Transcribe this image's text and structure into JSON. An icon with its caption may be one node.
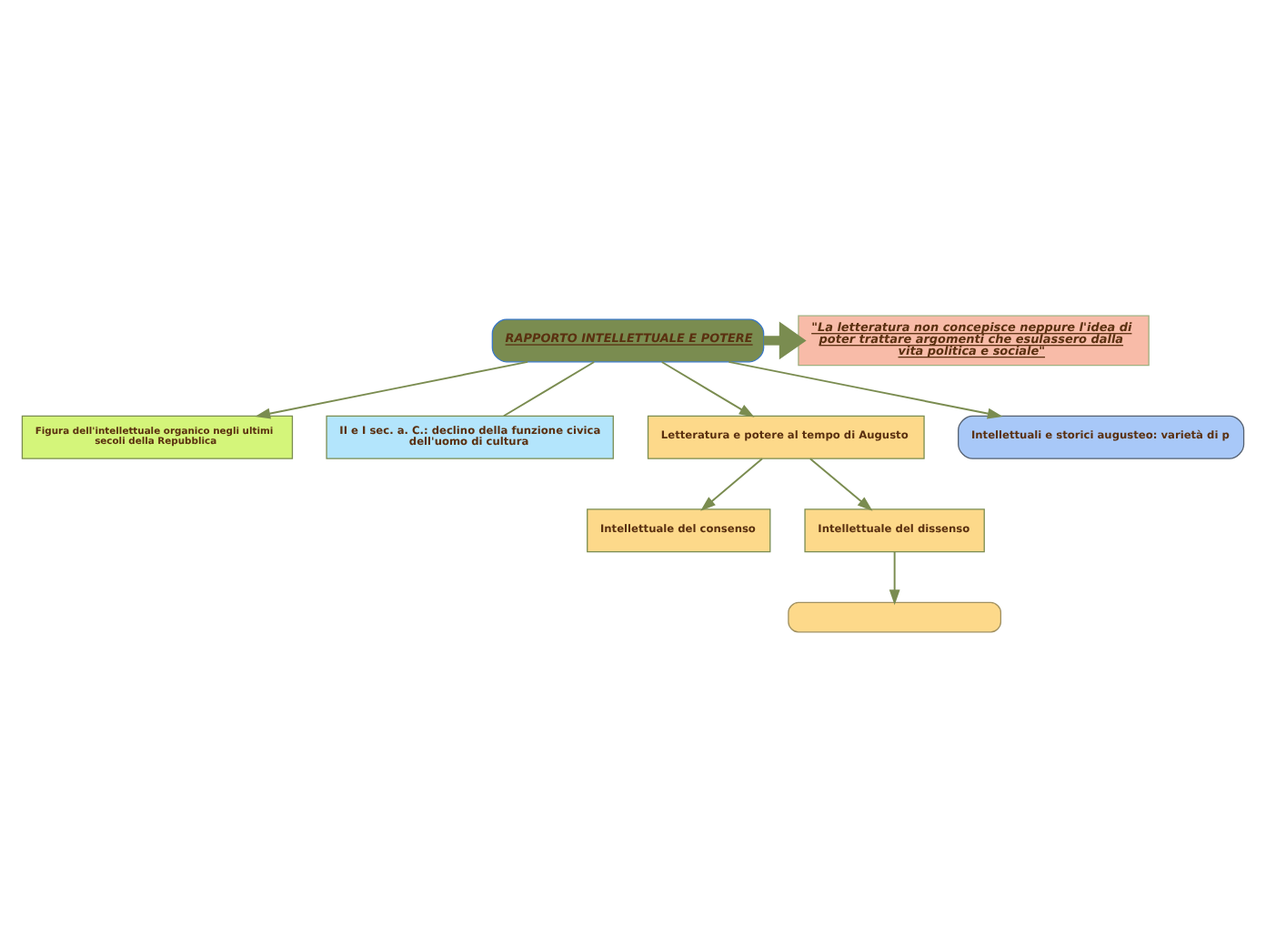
{
  "diagram": {
    "nodes": [
      {
        "text": [
          "RAPPORTO INTELLETTUALE E POTERE"
        ]
      },
      {
        "text": [
          "\"La letteratura non concepisce neppure l'idea di poter trattare argomenti che esulassero dalla vita politica e sociale\""
        ]
      },
      {
        "text": [
          "Figura dell'intellettuale organico negli ultimi secoli della Repubblica"
        ]
      },
      {
        "text": [
          "II e I sec. a. C.: declino della funzione civica dell'uomo di cultura"
        ]
      },
      {
        "text": [
          "Letteratura e potere al tempo di Augusto"
        ]
      },
      {
        "text": [
          "Intellettuali e storici augusteo: varietà di p"
        ]
      },
      {
        "text": [
          "Intellettuale del consenso"
        ]
      },
      {
        "text": [
          "Intellettuale del dissenso"
        ]
      },
      {
        "text": [],
        "shape": "box"
      }
    ],
    "edges": [
      {
        "from": 0,
        "to": 1,
        "arrow": "to",
        "style": "thick"
      },
      {
        "from": 0,
        "to": 2,
        "arrow": "to"
      },
      {
        "from": 0,
        "to": 3,
        "arrow": "none"
      },
      {
        "from": 0,
        "to": 4,
        "arrow": "to"
      },
      {
        "from": 0,
        "to": 5,
        "arrow": "to"
      },
      {
        "from": 4,
        "to": 6,
        "arrow": "to"
      },
      {
        "from": 4,
        "to": 7,
        "arrow": "to"
      },
      {
        "from": 7,
        "to": 8,
        "arrow": "to"
      }
    ]
  }
}
